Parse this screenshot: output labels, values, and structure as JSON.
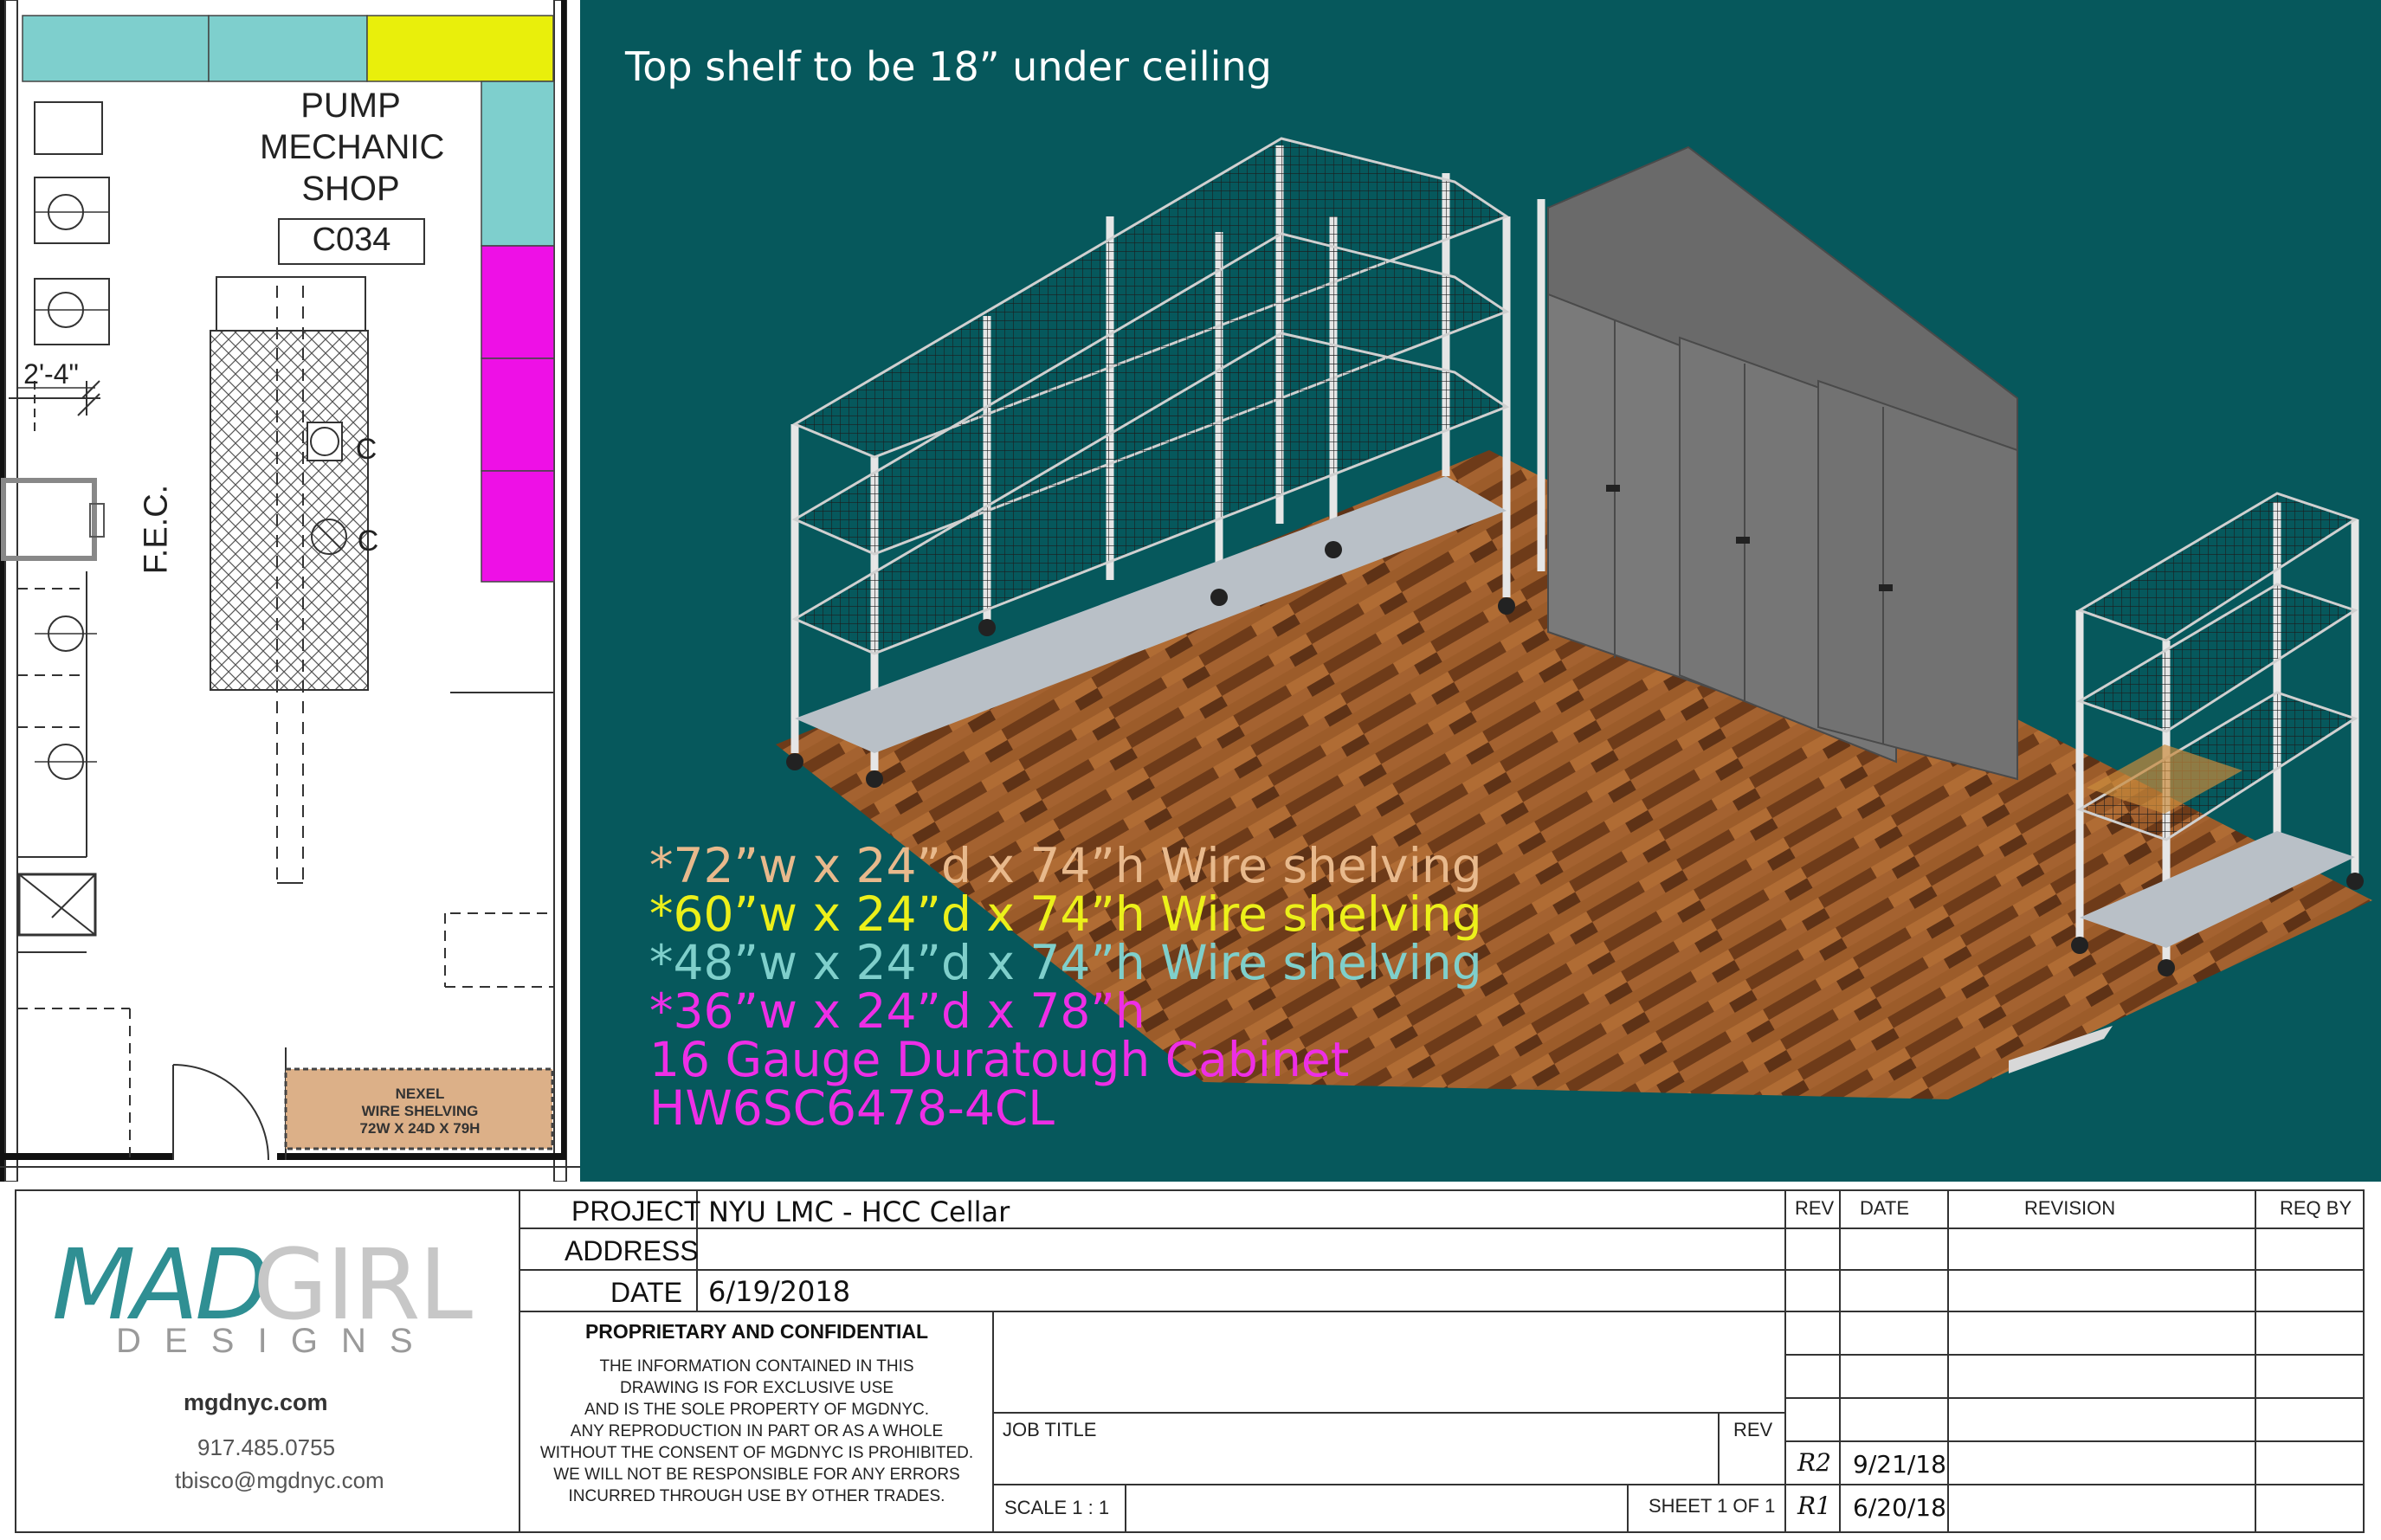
{
  "plan": {
    "room_name_lines": [
      "PUMP",
      "MECHANIC",
      "SHOP"
    ],
    "room_number": "C034",
    "dimension": "2'-4\"",
    "fec_label": "F.E.C.",
    "c_labels": [
      "C",
      "C"
    ],
    "shelving_tag_lines": [
      "NEXEL",
      "WIRE SHELVING",
      "72W X 24D X 79H"
    ],
    "colors": {
      "teal": "#7ecfcd",
      "yellow": "#e9ef0b",
      "magenta": "#ee10e6",
      "tan": "#dcb088"
    }
  },
  "render": {
    "note": "Top shelf to be 18” under ceiling",
    "background": "#06585c",
    "legend": [
      {
        "text": "*72”w x 24”d x 74”h Wire shelving",
        "color": "#e8b98c"
      },
      {
        "text": "*60”w x 24”d x 74”h Wire shelving",
        "color": "#ecf01a"
      },
      {
        "text": "*48”w x 24”d x 74”h Wire shelving",
        "color": "#7fcfcb"
      },
      {
        "text": "*36”w x 24”d x 78”h",
        "color": "#ee2ee6"
      },
      {
        "text": "16 Gauge Duratough Cabinet",
        "color": "#ee2ee6"
      },
      {
        "text": "HW6SC6478-4CL",
        "color": "#ee2ee6"
      }
    ]
  },
  "titleblock": {
    "logo_mad": "MAD",
    "logo_girl": "GIRL",
    "logo_designs": "D E S I G N S",
    "website": "mgdnyc.com",
    "phone": "917.485.0755",
    "email": "tbisco@mgdnyc.com",
    "project_label": "PROJECT",
    "project_value": "NYU LMC - HCC Cellar",
    "address_label": "ADDRESS",
    "address_value": "",
    "date_label": "DATE",
    "date_value": "6/19/2018",
    "confidential_title": "PROPRIETARY AND CONFIDENTIAL",
    "confidential_lines": [
      "THE INFORMATION CONTAINED IN THIS",
      "DRAWING IS FOR EXCLUSIVE USE",
      "AND IS THE SOLE PROPERTY OF MGDNYC.",
      "ANY REPRODUCTION IN PART OR AS A WHOLE",
      "WITHOUT THE CONSENT OF MGDNYC IS PROHIBITED.",
      "WE WILL NOT BE RESPONSIBLE FOR ANY ERRORS",
      "INCURRED THROUGH USE BY OTHER TRADES."
    ],
    "job_title_label": "JOB  TITLE",
    "rev_label": "REV",
    "scale_label": "SCALE    1 : 1",
    "sheet_label": "SHEET 1 OF 1",
    "revision_headers": {
      "rev": "REV",
      "date": "DATE",
      "revision": "REVISION",
      "req_by": "REQ BY"
    },
    "revisions": [
      {
        "rev": "R2",
        "date": "9/21/18"
      },
      {
        "rev": "R1",
        "date": "6/20/18"
      }
    ]
  }
}
